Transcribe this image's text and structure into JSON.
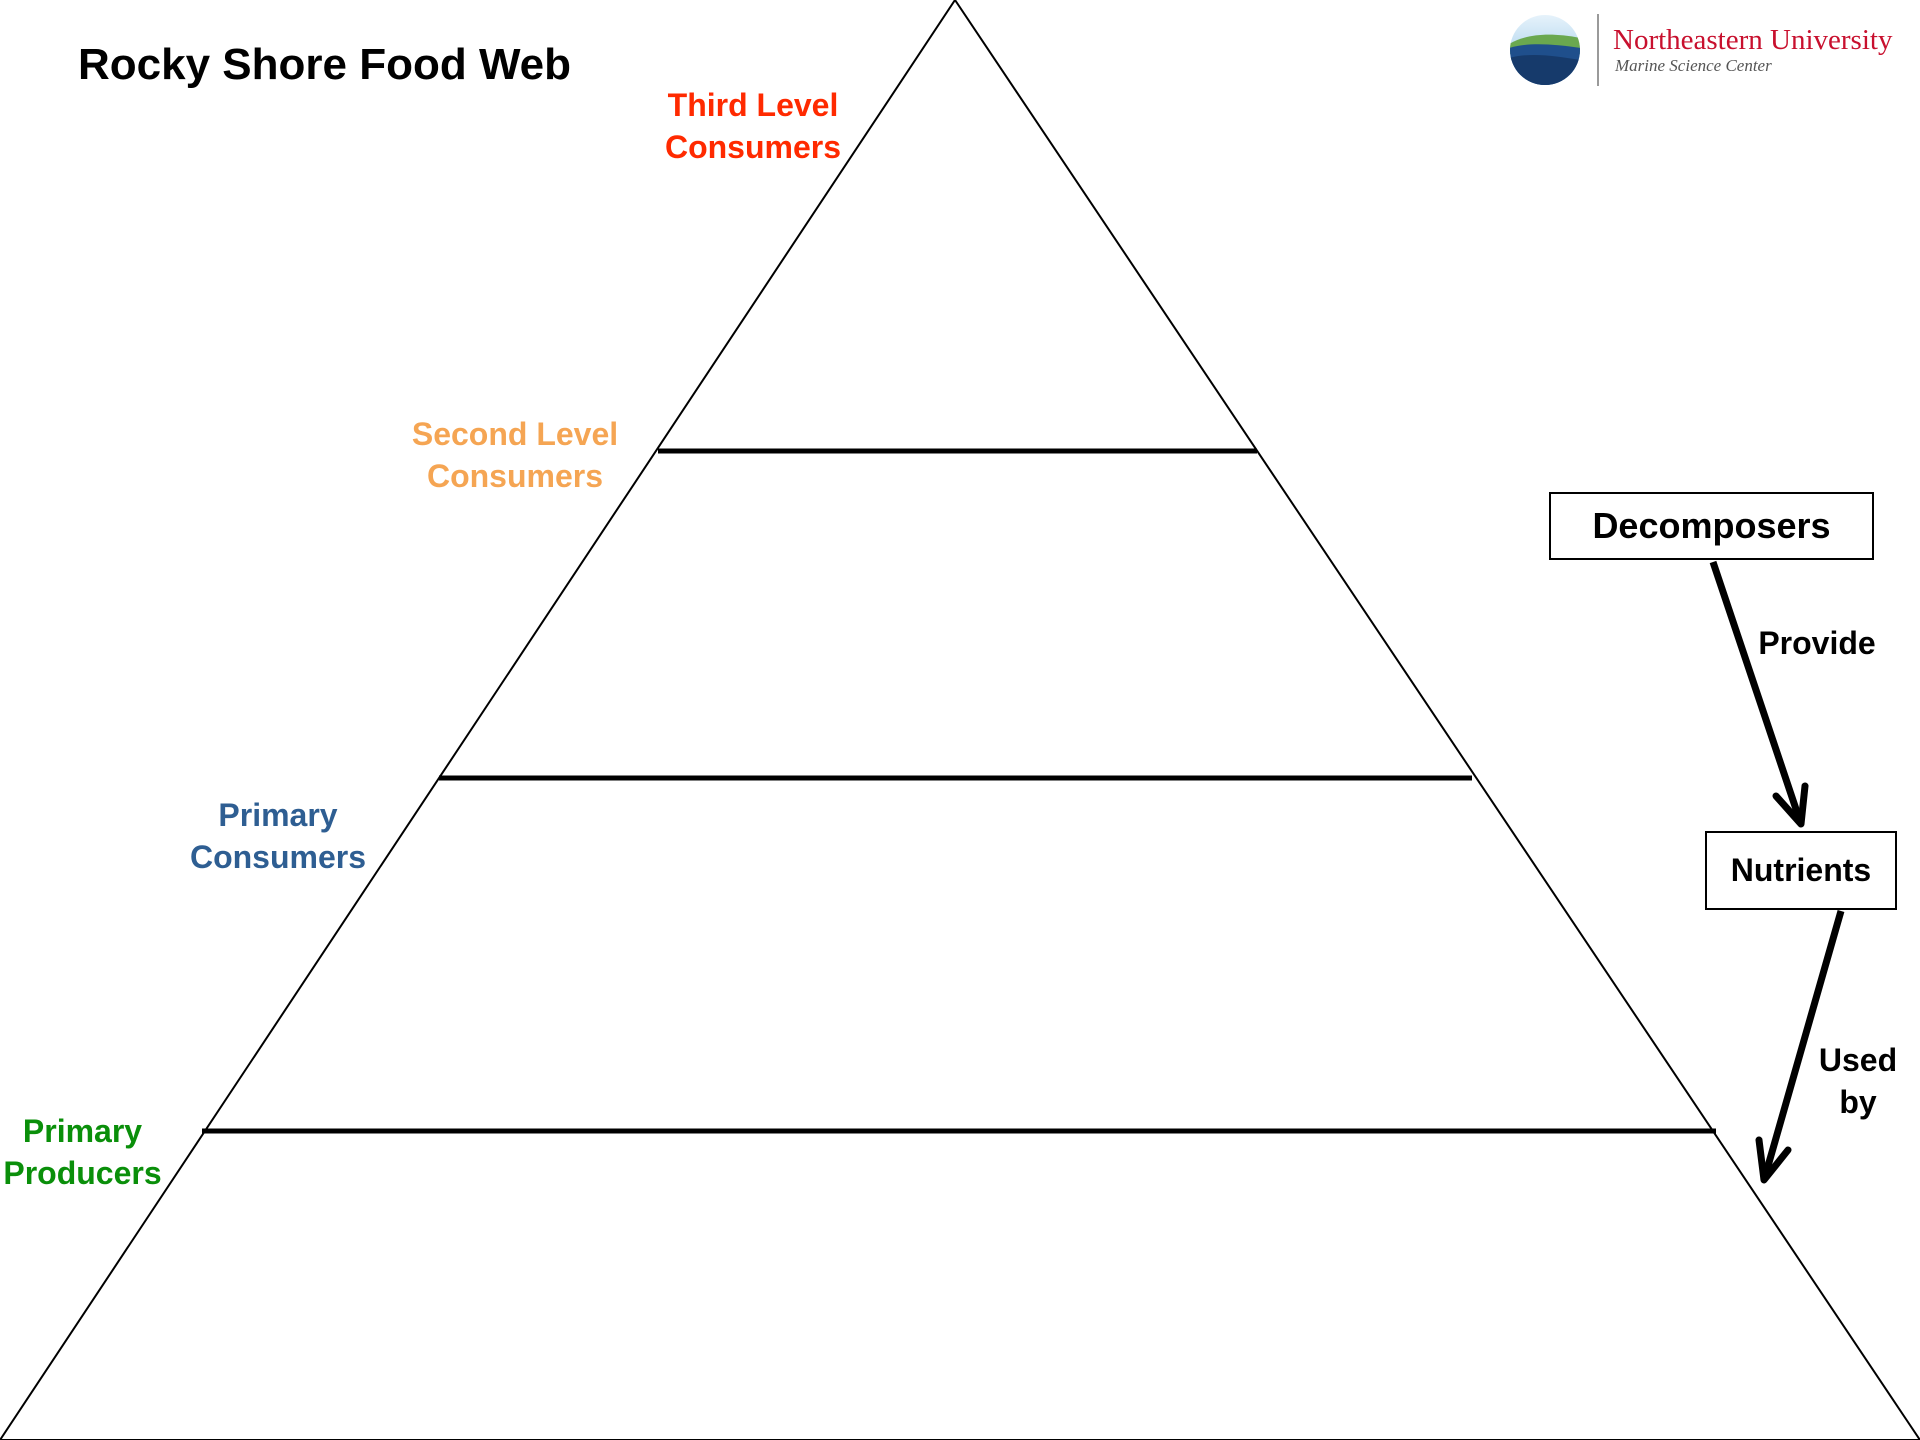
{
  "title": "Rocky Shore Food Web",
  "levels": [
    {
      "id": "third",
      "lines": [
        "Third Level",
        "Consumers"
      ],
      "color": "#ff2a00"
    },
    {
      "id": "second",
      "lines": [
        "Second Level",
        "Consumers"
      ],
      "color": "#f5a553"
    },
    {
      "id": "primary_consumers",
      "lines": [
        "Primary",
        "Consumers"
      ],
      "color": "#2e5e92"
    },
    {
      "id": "primary_producers",
      "lines": [
        "Primary",
        "Producers"
      ],
      "color": "#0a8f0a"
    }
  ],
  "cycle": {
    "decomposers": "Decomposers",
    "provide": "Provide",
    "nutrients": "Nutrients",
    "used_by_lines": [
      "Used",
      "by"
    ]
  },
  "logo": {
    "name": "Northeastern University",
    "subtitle": "Marine Science Center",
    "colors": {
      "name": "#c8102e",
      "globe_top": "#1f4f8c",
      "globe_land": "#6aa84f",
      "globe_water": "#8fc3e6"
    }
  }
}
